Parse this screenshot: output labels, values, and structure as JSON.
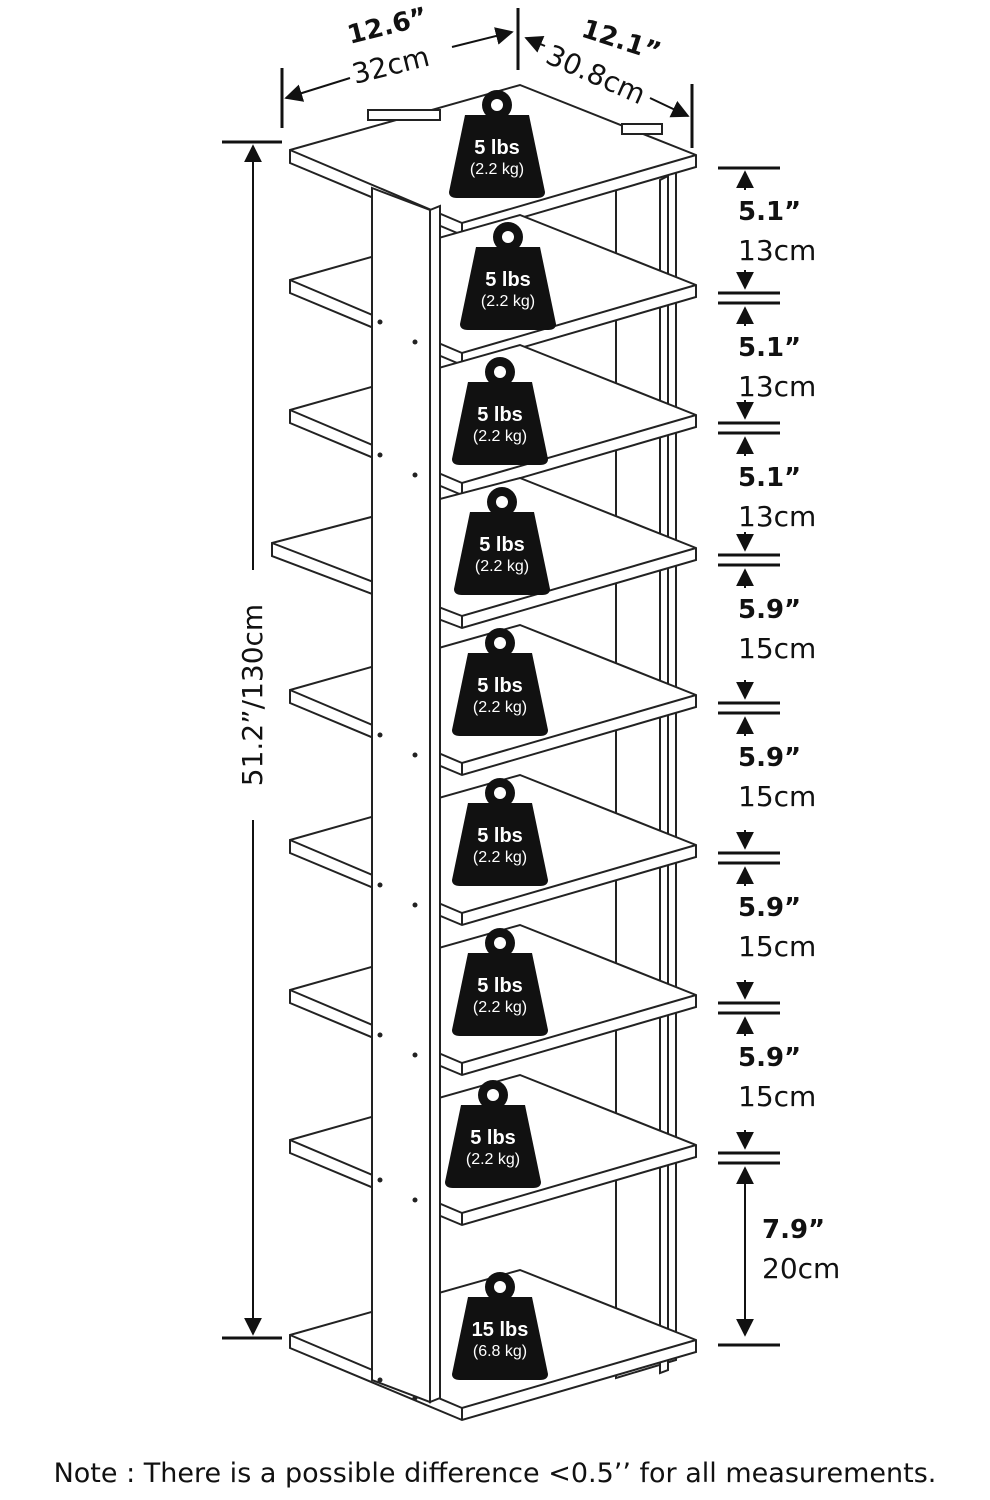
{
  "dimensions": {
    "width_in": "12.6”",
    "width_cm": "32cm",
    "depth_in": "12.1”",
    "depth_cm": "30.8cm",
    "height": "51.2”/130cm"
  },
  "gaps": [
    {
      "in": "5.1”",
      "cm": "13cm"
    },
    {
      "in": "5.1”",
      "cm": "13cm"
    },
    {
      "in": "5.1”",
      "cm": "13cm"
    },
    {
      "in": "5.9”",
      "cm": "15cm"
    },
    {
      "in": "5.9”",
      "cm": "15cm"
    },
    {
      "in": "5.9”",
      "cm": "15cm"
    },
    {
      "in": "5.9”",
      "cm": "15cm"
    },
    {
      "in": "7.9”",
      "cm": "20cm"
    }
  ],
  "weights": [
    {
      "lbs": "5 lbs",
      "kg": "(2.2 kg)"
    },
    {
      "lbs": "5 lbs",
      "kg": "(2.2 kg)"
    },
    {
      "lbs": "5 lbs",
      "kg": "(2.2 kg)"
    },
    {
      "lbs": "5 lbs",
      "kg": "(2.2 kg)"
    },
    {
      "lbs": "5 lbs",
      "kg": "(2.2 kg)"
    },
    {
      "lbs": "5 lbs",
      "kg": "(2.2 kg)"
    },
    {
      "lbs": "5 lbs",
      "kg": "(2.2 kg)"
    },
    {
      "lbs": "5 lbs",
      "kg": "(2.2 kg)"
    },
    {
      "lbs": "15 lbs",
      "kg": "(6.8 kg)"
    }
  ],
  "note": "Note : There is a possible difference <0.5’’ for all measurements."
}
